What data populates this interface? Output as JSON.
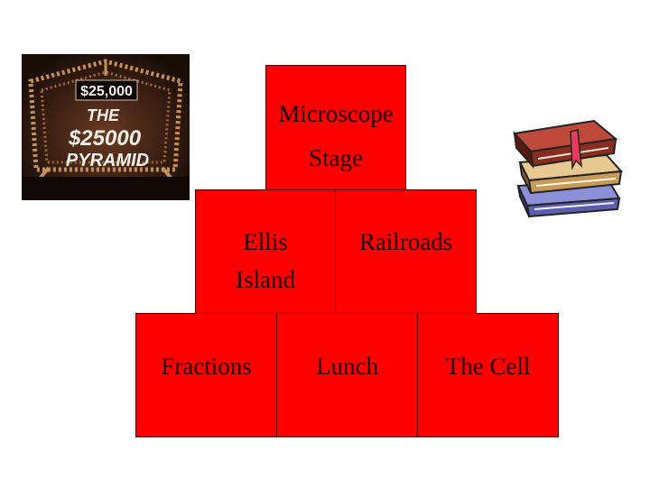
{
  "logo": {
    "prize": "$25,000",
    "line1": "THE",
    "line2": "$25000",
    "line3": "PYRAMID"
  },
  "board": {
    "top": [
      "Microscope",
      "Stage"
    ],
    "middle_left": [
      "Ellis",
      "Island"
    ],
    "middle_right": "Railroads",
    "bottom_left": "Fractions",
    "bottom_center": "Lunch",
    "bottom_right": "The Cell"
  },
  "colors": {
    "tile": "#ff0000",
    "background": "#ffffff",
    "tile_border": "#5a0000"
  },
  "icons": {
    "logo": "pyramid-game-logo",
    "clipart": "stack-of-books-icon"
  }
}
